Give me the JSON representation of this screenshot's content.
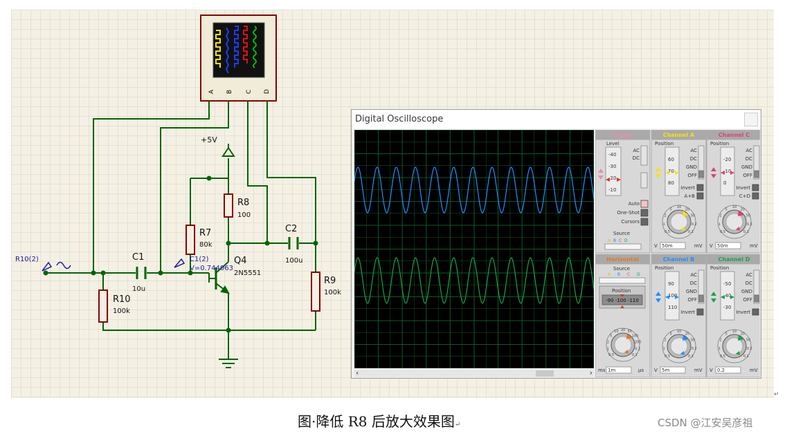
{
  "colors": {
    "wire": "#006400",
    "component": "#8b0000",
    "grid_bg": "#f4f1e4",
    "grid_line": "#d6d3c4",
    "probe_label": "#1a1aa6",
    "trace_a": "#1e90ff",
    "trace_b": "#16a34a",
    "scope_grid": "#0f5a2a"
  },
  "schematic": {
    "scope_terminals": [
      "A",
      "B",
      "C",
      "D"
    ],
    "power_label": "+5V",
    "probe_r10": "R10(2)",
    "probe_c1": "C1(2)",
    "probe_voltage": "V=0.744063",
    "components": [
      {
        "ref": "R8",
        "value": "100"
      },
      {
        "ref": "R7",
        "value": "80k"
      },
      {
        "ref": "C2",
        "value": "100u"
      },
      {
        "ref": "C1",
        "value": "10u"
      },
      {
        "ref": "Q4",
        "value": "2N5551"
      },
      {
        "ref": "R9",
        "value": "100k"
      },
      {
        "ref": "R10",
        "value": "100k"
      }
    ]
  },
  "oscilloscope": {
    "title": "Digital Oscilloscope",
    "trigger": {
      "header": "Trigger",
      "level_label": "Level",
      "level_ticks": [
        "-40",
        "-30",
        "-20",
        "-10"
      ],
      "coupling": [
        "AC",
        "DC"
      ],
      "modes": [
        "Auto",
        "One-Shot",
        "Cursors"
      ],
      "source_label": "Source",
      "source_channels": [
        "A",
        "B",
        "C",
        "D"
      ]
    },
    "channel_a": {
      "header": "Channel A",
      "position_label": "Position",
      "position_ticks": [
        "60",
        "70",
        "80"
      ],
      "coupling": [
        "AC",
        "DC",
        "GND",
        "OFF"
      ],
      "extra": [
        "Invert",
        "A+B"
      ],
      "scale_value": "50m",
      "unit_left": "V",
      "unit_right": "mV"
    },
    "channel_c": {
      "header": "Channel C",
      "position_label": "Position",
      "position_ticks": [
        "-20",
        "-10",
        "0"
      ],
      "coupling": [
        "AC",
        "DC",
        "GND",
        "OFF"
      ],
      "extra": [
        "Invert",
        "C+D"
      ],
      "scale_value": "50m",
      "unit_left": "V",
      "unit_right": "mV"
    },
    "horizontal": {
      "header": "Horizontal",
      "source_label": "Source",
      "source_channels": [
        "A",
        "B",
        "C",
        "D"
      ],
      "position_label": "Position",
      "position_readout": "-90 -100 -110",
      "scale_value": "1m",
      "unit_left": "ms",
      "unit_right": "μs"
    },
    "channel_b": {
      "header": "Channel B",
      "position_label": "Position",
      "position_ticks": [
        "90",
        "100",
        "110"
      ],
      "coupling": [
        "AC",
        "DC",
        "GND",
        "OFF"
      ],
      "extra": [
        "Invert"
      ],
      "scale_value": "5m",
      "unit_left": "V",
      "unit_right": "mV"
    },
    "channel_d": {
      "header": "Channel D",
      "position_label": "Position",
      "position_ticks": [
        "-50",
        "-40",
        "-30"
      ],
      "coupling": [
        "AC",
        "DC",
        "GND",
        "OFF"
      ],
      "extra": [
        "Invert"
      ],
      "scale_value": "0.2",
      "unit_left": "V",
      "unit_right": "mV"
    },
    "knob_ticks": [
      "0.5",
      "1",
      "2",
      "5",
      "10",
      "20",
      "50",
      "0.2",
      "0.1"
    ],
    "time_knob_ticks": [
      "0.5",
      "1",
      "2",
      "5",
      "10",
      "20",
      "50",
      "100",
      "200",
      "0.2",
      "0.1"
    ],
    "trace_cycles": 12.5
  },
  "caption": "图·降低 R8 后放大效果图",
  "caption_mark": "↵",
  "watermark": "CSDN @江安吴彦祖",
  "return_mark": "↵"
}
